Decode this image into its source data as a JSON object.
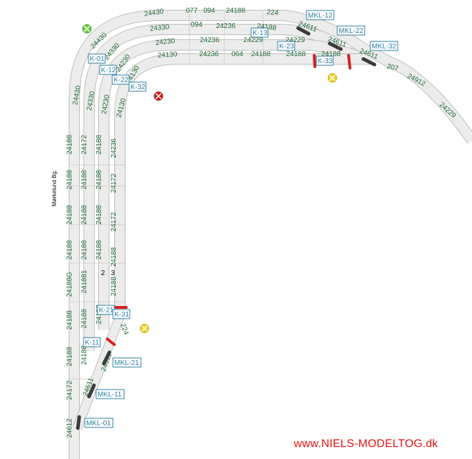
{
  "station_name": "Mørkelund Bg.",
  "watermark": "www.NIELS-MODELTOG.dk",
  "colors": {
    "track": "#e8e8e8",
    "track_edge": "#b9b9b9",
    "label": "#1f6b33",
    "box": "#2a7fa6",
    "red": "#d81e1e",
    "yellow": "#f2d11a",
    "green": "#6bd13a"
  },
  "track_segment_labels": {
    "top_arc": [
      "24430",
      "077",
      "094",
      "24188",
      "224"
    ],
    "track2_top": [
      "24330",
      "094",
      "24236",
      "24188"
    ],
    "track3_top": [
      "24230",
      "24236",
      "24229",
      "24229"
    ],
    "track4_top": [
      "24130",
      "24236",
      "064",
      "24188",
      "24188",
      "24188"
    ],
    "right_curve": [
      "207",
      "24912",
      "24229"
    ],
    "corner_diagonal": [
      "24430",
      "24330",
      "24230",
      "24130"
    ],
    "corner_vertical": [
      "24430",
      "24330",
      "24230",
      "24130"
    ],
    "col1": [
      "24188",
      "24188",
      "24188",
      "24188",
      "24188G",
      "24188",
      "24188",
      "24172",
      "24612"
    ],
    "col2": [
      "24172",
      "24188",
      "24188",
      "24188",
      "241881",
      "24188",
      "24188",
      "24611"
    ],
    "col3": [
      "24188",
      "24188",
      "24188",
      "24188",
      "2",
      "24188",
      "24611"
    ],
    "col4": [
      "24236",
      "24172",
      "24172",
      "24188",
      "3",
      "24188",
      "224"
    ]
  },
  "block_labels": [
    "K-01",
    "K-12",
    "K-22",
    "K-32",
    "K-13",
    "K-23",
    "K-33",
    "K-21",
    "K-31",
    "K-11",
    "MKL-12",
    "MKL-22",
    "MKL-32",
    "MKL-21",
    "MKL-11",
    "MKL-01"
  ],
  "turnout_numbers": [
    "24611",
    "24611",
    "24611"
  ]
}
